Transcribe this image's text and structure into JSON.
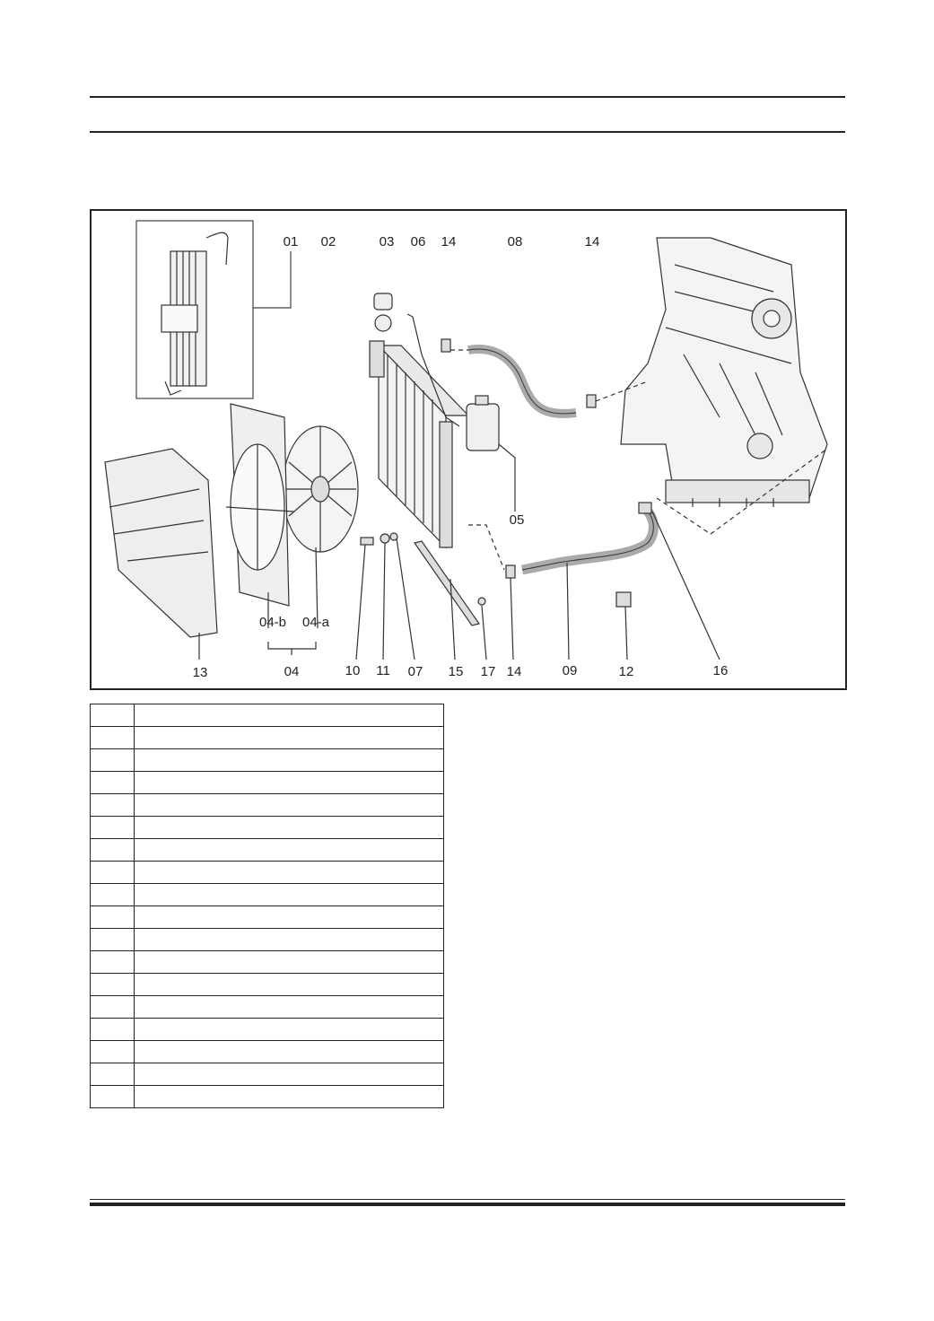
{
  "figure": {
    "callouts": [
      {
        "id": "01",
        "text": "01"
      },
      {
        "id": "02",
        "text": "02"
      },
      {
        "id": "03",
        "text": "03"
      },
      {
        "id": "06",
        "text": "06"
      },
      {
        "id": "14a",
        "text": "14"
      },
      {
        "id": "08",
        "text": "08"
      },
      {
        "id": "14b",
        "text": "14"
      },
      {
        "id": "05",
        "text": "05"
      },
      {
        "id": "04b",
        "text": "04-b"
      },
      {
        "id": "04a",
        "text": "04-a"
      },
      {
        "id": "04",
        "text": "04"
      },
      {
        "id": "13",
        "text": "13"
      },
      {
        "id": "10",
        "text": "10"
      },
      {
        "id": "11",
        "text": "11"
      },
      {
        "id": "07",
        "text": "07"
      },
      {
        "id": "15",
        "text": "15"
      },
      {
        "id": "17",
        "text": "17"
      },
      {
        "id": "14c",
        "text": "14"
      },
      {
        "id": "09",
        "text": "09"
      },
      {
        "id": "12",
        "text": "12"
      },
      {
        "id": "16",
        "text": "16"
      }
    ]
  },
  "legend": {
    "rows": 18
  }
}
